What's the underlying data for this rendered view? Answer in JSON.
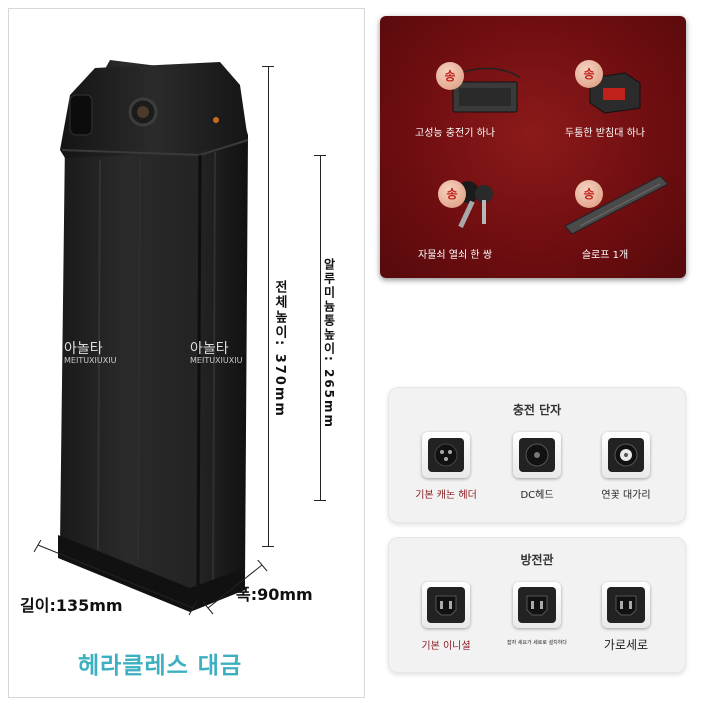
{
  "product": {
    "title": "헤라클레스 대금",
    "watermark_text": "아놀타",
    "watermark_sub": "MEITUXIUXIU",
    "total_height_label": "전체높이: 370mm",
    "aluminum_height_label": "알루미늄통높이: 265mm",
    "length_label": "길이:135mm",
    "width_label": "폭:90mm"
  },
  "accessories": {
    "badge": "송",
    "items": [
      {
        "label": "고성능 충전기 하나",
        "icon": "charger-icon"
      },
      {
        "label": "두툼한 받침대 하나",
        "icon": "base-mount-icon"
      },
      {
        "label": "자물쇠 열쇠 한 쌍",
        "icon": "keys-icon"
      },
      {
        "label": "슬로프 1개",
        "icon": "slope-rail-icon"
      }
    ]
  },
  "charging_port": {
    "title": "충전 단자",
    "items": [
      {
        "label": "기본 캐논 헤더",
        "icon": "xlr-port-icon"
      },
      {
        "label": "DC헤드",
        "icon": "dc-port-icon"
      },
      {
        "label": "연꽃 대가리",
        "icon": "lotus-port-icon"
      }
    ]
  },
  "discharge_port": {
    "title": "방전관",
    "items": [
      {
        "label": "기본 이니셜",
        "icon": "iec-port-icon"
      },
      {
        "label": "잡자 세요가 세로로 설치하다",
        "icon": "iec-vertical-port-icon"
      },
      {
        "label": "가로세로",
        "icon": "iec-horizontal-port-icon"
      }
    ]
  },
  "colors": {
    "title_teal": "#3cb0c0",
    "panel_red": "#6d0d10",
    "label_dark_red": "#8b1e24"
  }
}
